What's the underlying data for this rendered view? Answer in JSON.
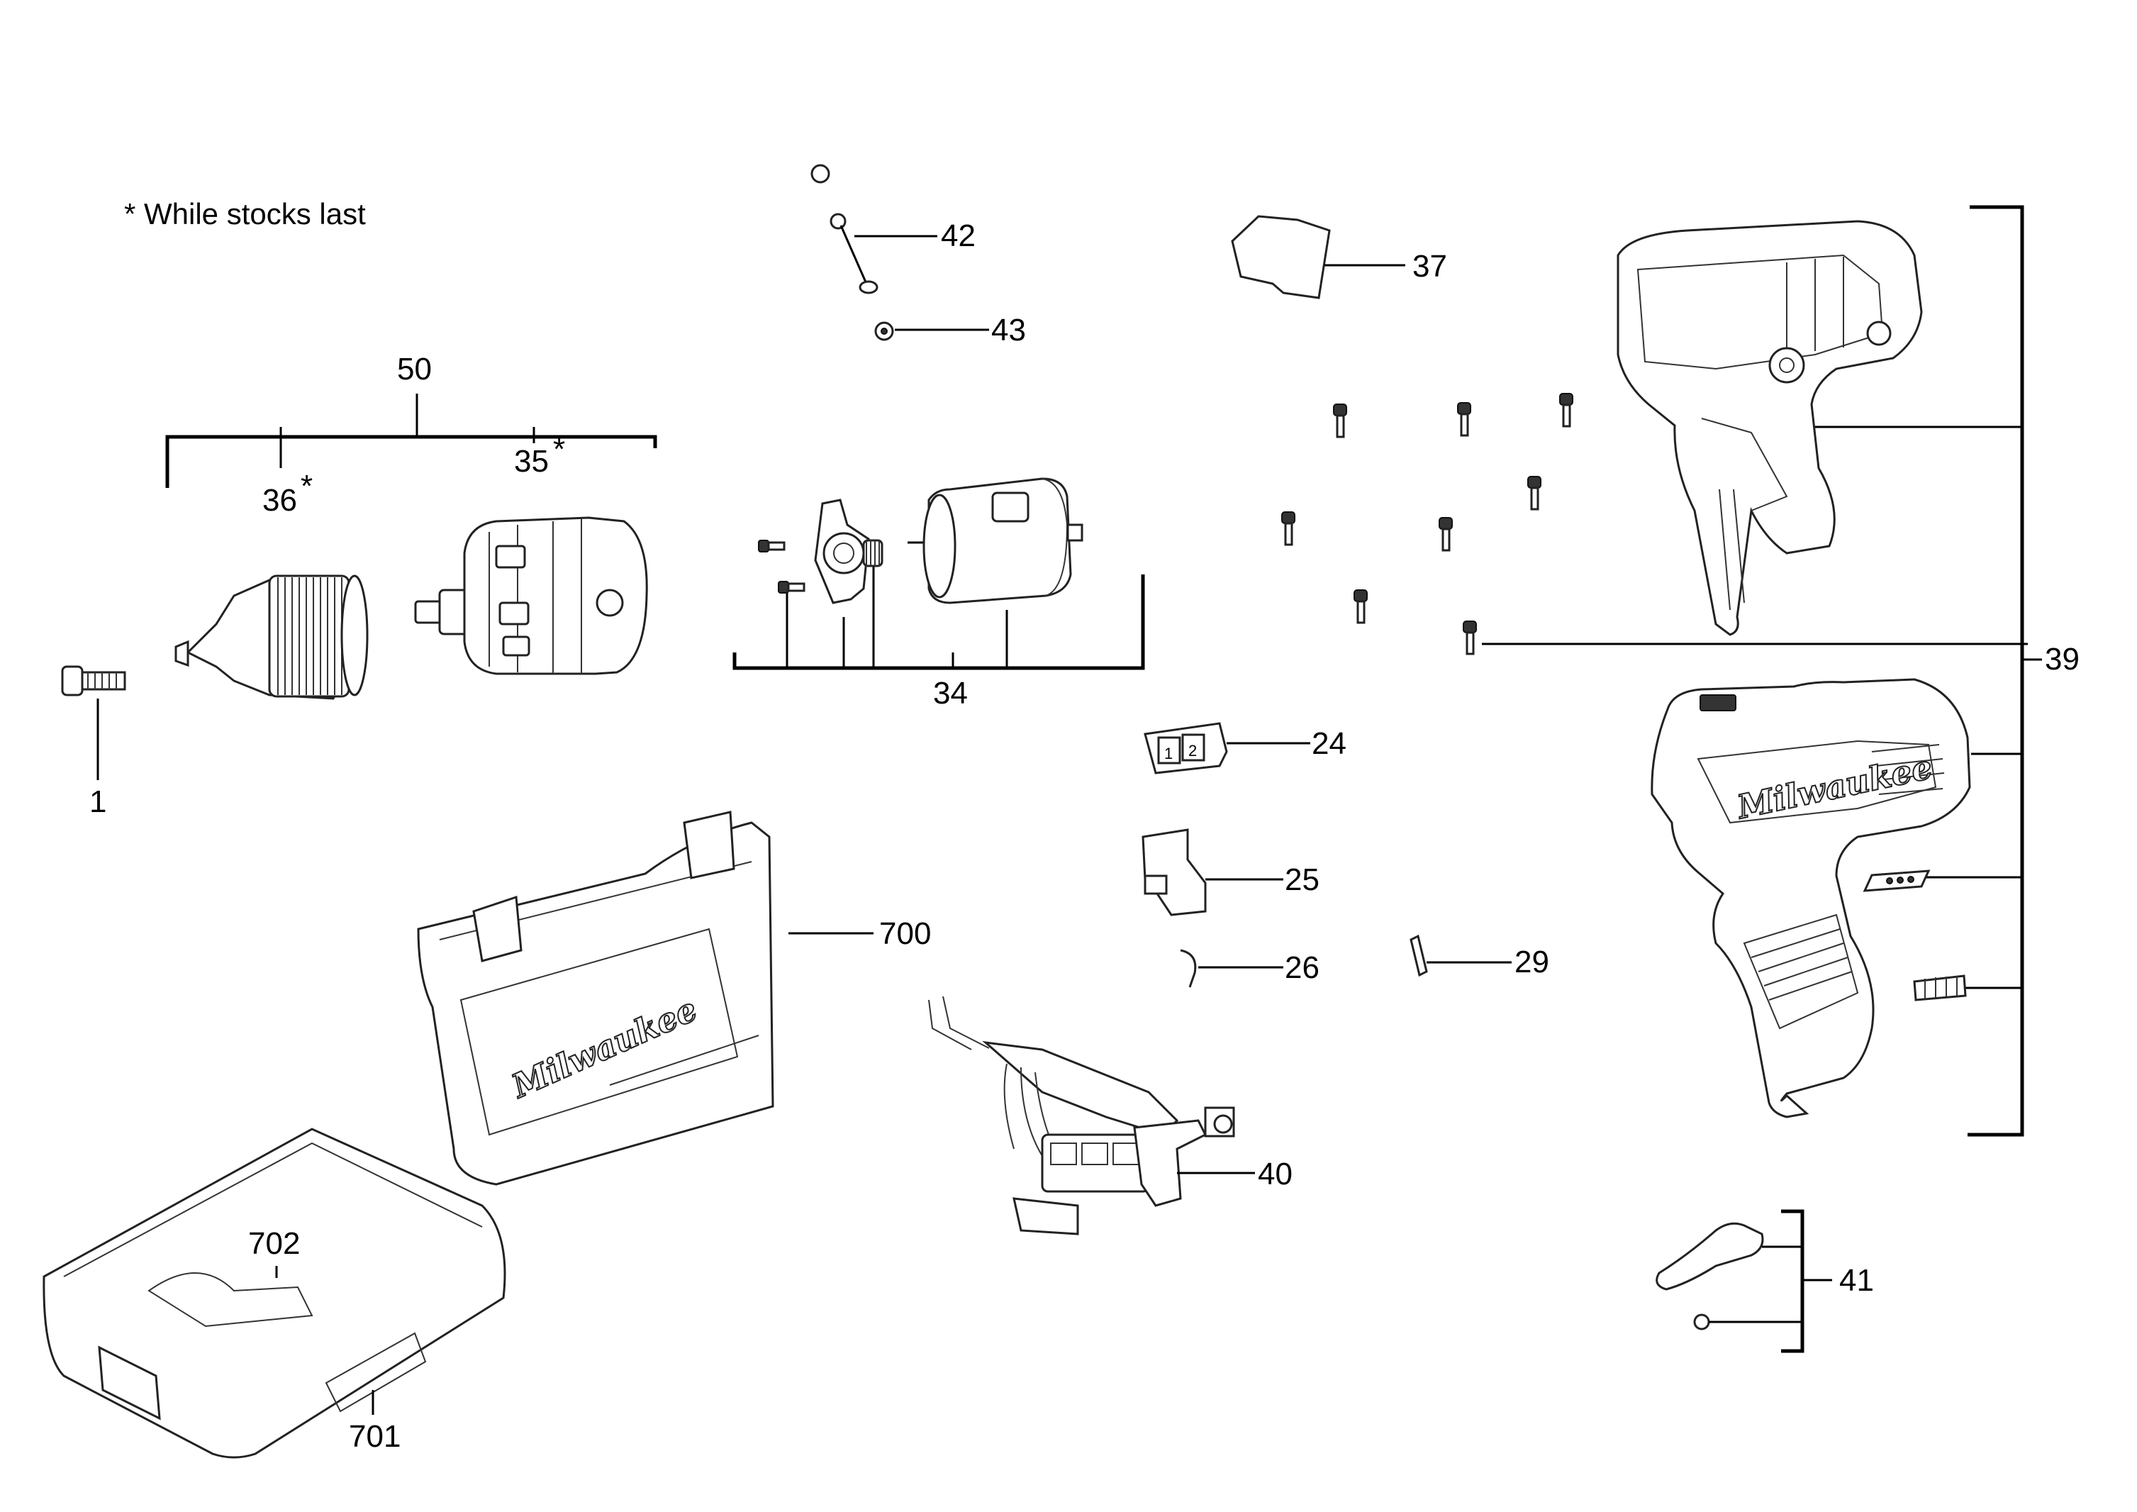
{
  "note": "* While stocks last",
  "labels": {
    "p1": "1",
    "p24": "24",
    "p25": "25",
    "p26": "26",
    "p29": "29",
    "p34": "34",
    "p35": "35",
    "p36": "36",
    "p37": "37",
    "p39": "39",
    "p40": "40",
    "p41": "41",
    "p42": "42",
    "p43": "43",
    "p50": "50",
    "p700": "700",
    "p701": "701",
    "p702": "702",
    "star": "*"
  },
  "brand": "Milwaukee",
  "switch_marks": [
    "1",
    "2"
  ]
}
